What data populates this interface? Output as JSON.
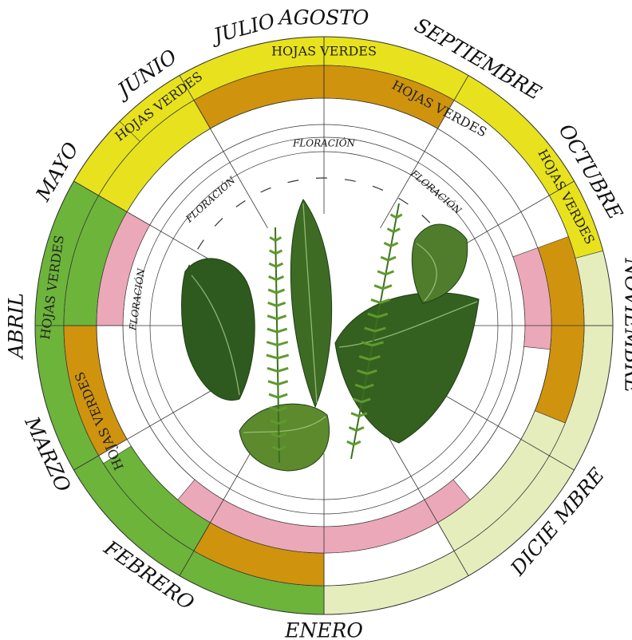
{
  "months": [
    {
      "id": "enero",
      "label": "ENERO"
    },
    {
      "id": "febrero",
      "label": "FEBRERO"
    },
    {
      "id": "marzo",
      "label": "MARZO"
    },
    {
      "id": "abril",
      "label": "ABRIL"
    },
    {
      "id": "mayo",
      "label": "MAYO"
    },
    {
      "id": "junio",
      "label": "JUNIO"
    },
    {
      "id": "julio",
      "label": "JULIO"
    },
    {
      "id": "agosto",
      "label": "AGOSTO"
    },
    {
      "id": "septiembre",
      "label": "SEPTIEMBRE"
    },
    {
      "id": "octubre",
      "label": "OCTUBRE"
    },
    {
      "id": "noviembre",
      "label": "NOVIEMBRE"
    },
    {
      "id": "diciembre",
      "label": "DICIE MBRE"
    }
  ],
  "leaf_band_labels": [
    {
      "id": "hojas-verdes-junio",
      "text": "HOJAS VERDES"
    },
    {
      "id": "hojas-verdes-julio",
      "text": "HOJAS VERDES"
    },
    {
      "id": "hojas-verdes-septiembre",
      "text": "HOJAS VERDES"
    },
    {
      "id": "hojas-verdes-octubre",
      "text": "HOJAS VERDES"
    },
    {
      "id": "hojas-verdes-abril",
      "text": "HOJAS VERDES"
    },
    {
      "id": "hojas-verdes-marzo",
      "text": "HOJAS VERDES"
    }
  ],
  "flowering_labels": [
    {
      "id": "floracion-junio",
      "text": "FLORACIÓN"
    },
    {
      "id": "floracion-agosto",
      "text": "FLORACIÓN"
    },
    {
      "id": "floracion-septiembre",
      "text": "FLORACIÓN"
    },
    {
      "id": "floracion-abril",
      "text": "FLORACIÓN"
    }
  ],
  "colors": {
    "yellow_leaves": "#e7e21d",
    "green_leaves": "#6db43a",
    "pale_leaves": "#e5edbc",
    "ochre": "#cf930e",
    "pink": "#eba8b9",
    "lines": "#333333"
  },
  "center_image": "tropical-foliage-photo"
}
